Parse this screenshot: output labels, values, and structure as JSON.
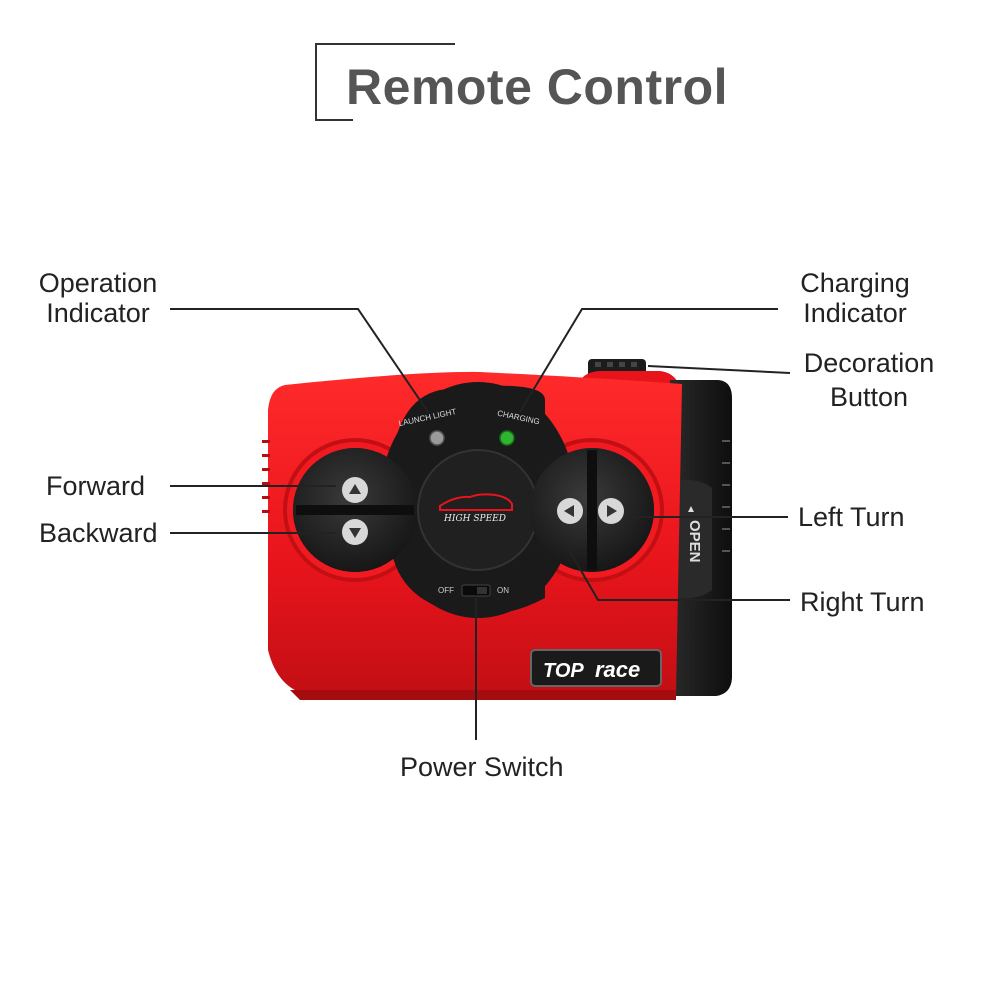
{
  "title": "Remote Control",
  "labels": {
    "operation_indicator": [
      "Operation",
      "Indicator"
    ],
    "charging_indicator": [
      "Charging",
      "Indicator"
    ],
    "decoration_button": [
      "Decoration",
      "Button"
    ],
    "forward": "Forward",
    "backward": "Backward",
    "left_turn": "Left Turn",
    "right_turn": "Right Turn",
    "power_switch": "Power Switch"
  },
  "device_text": {
    "launch_light": "LAUNCH LIGHT",
    "charging": "CHARGING",
    "high_speed": "HIGH SPEED",
    "off": "OFF",
    "on": "ON",
    "open": "OPEN",
    "brand_top": "TOP",
    "brand_race": "race"
  },
  "colors": {
    "body_red": "#e8141c",
    "body_dark_red": "#b70d12",
    "black": "#1c1c1c",
    "charging_led": "#2fb52f",
    "operation_led": "#9a9a9a"
  }
}
